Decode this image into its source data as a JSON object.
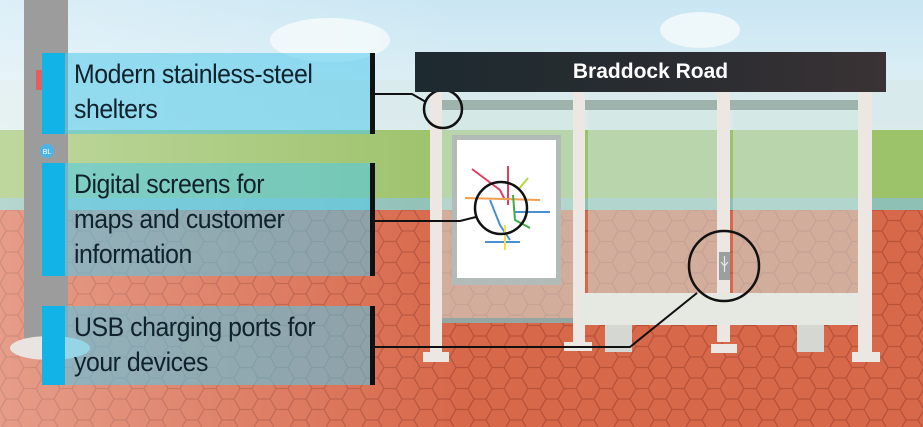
{
  "sign": {
    "station_name": "Braddock Road"
  },
  "pole": {
    "line_badge": "BL"
  },
  "callouts": [
    {
      "lines": [
        "Modern stainless-steel",
        "shelters"
      ]
    },
    {
      "lines": [
        "Digital screens for",
        "maps and customer",
        "information"
      ]
    },
    {
      "lines": [
        "USB charging ports for",
        "your devices"
      ]
    }
  ],
  "colors": {
    "accent": "#12b4e8",
    "paving": "#d8684a",
    "grass": "#9cc26a",
    "sign": "#24292d"
  }
}
